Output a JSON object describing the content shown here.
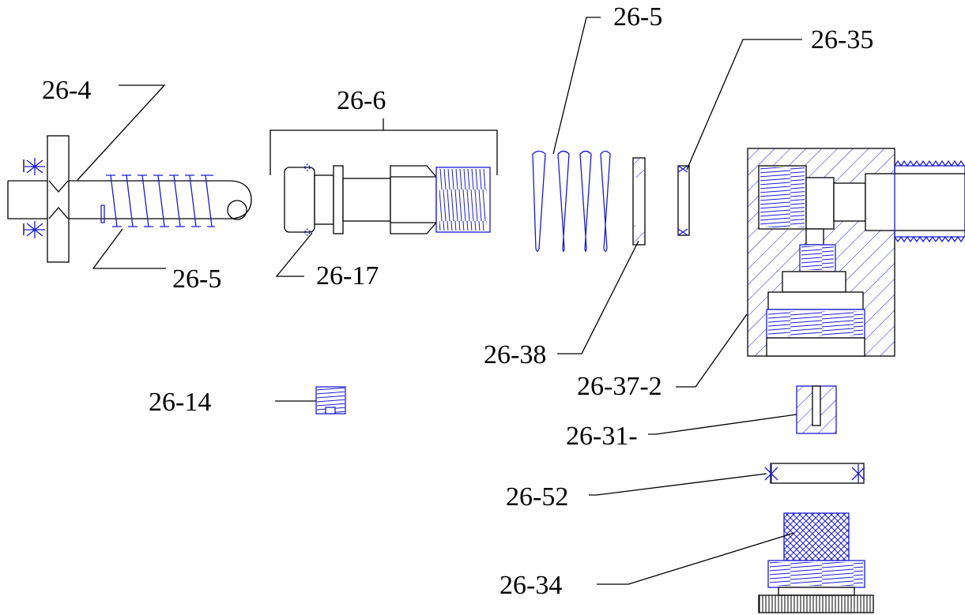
{
  "colors": {
    "line": "#000000",
    "part_highlight": "#1a1ad6",
    "background": "#ffffff"
  },
  "labels": {
    "l_26_4": "26-4",
    "l_26_5_left": "26-5",
    "l_26_6": "26-6",
    "l_26_17": "26-17",
    "l_26_5_top": "26-5",
    "l_26_35": "26-35",
    "l_26_38": "26-38",
    "l_26_37_2": "26-37-2",
    "l_26_14": "26-14",
    "l_26_31": "26-31-",
    "l_26_52": "26-52",
    "l_26_34": "26-34"
  }
}
